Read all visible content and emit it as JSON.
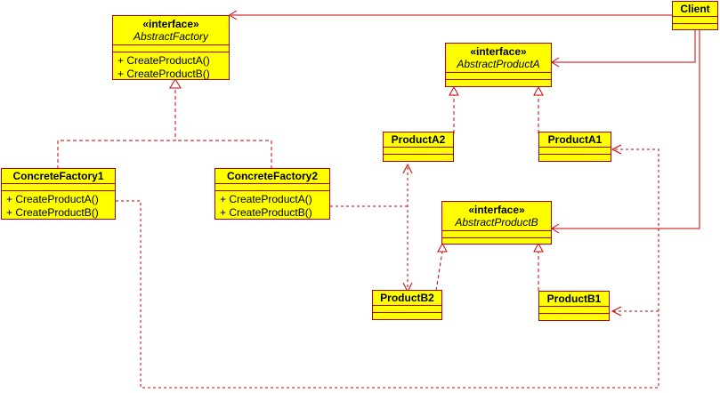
{
  "classes": {
    "client": {
      "name": "Client"
    },
    "abstract_factory": {
      "stereotype": "«interface»",
      "name": "AbstractFactory",
      "operations": [
        "+ CreateProductA()",
        "+ CreateProductB()"
      ]
    },
    "abstract_product_a": {
      "stereotype": "«interface»",
      "name": "AbstractProductA"
    },
    "abstract_product_b": {
      "stereotype": "«interface»",
      "name": "AbstractProductB"
    },
    "product_a1": {
      "name": "ProductA1"
    },
    "product_a2": {
      "name": "ProductA2"
    },
    "product_b1": {
      "name": "ProductB1"
    },
    "product_b2": {
      "name": "ProductB2"
    },
    "concrete_factory_1": {
      "name": "ConcreteFactory1",
      "operations": [
        "+ CreateProductA()",
        "+ CreateProductB()"
      ]
    },
    "concrete_factory_2": {
      "name": "ConcreteFactory2",
      "operations": [
        "+ CreateProductA()",
        "+ CreateProductB()"
      ]
    }
  },
  "colors": {
    "box_fill": "#ffff00",
    "border": "#b20000",
    "line": "#cc0000",
    "text": "#000000"
  }
}
